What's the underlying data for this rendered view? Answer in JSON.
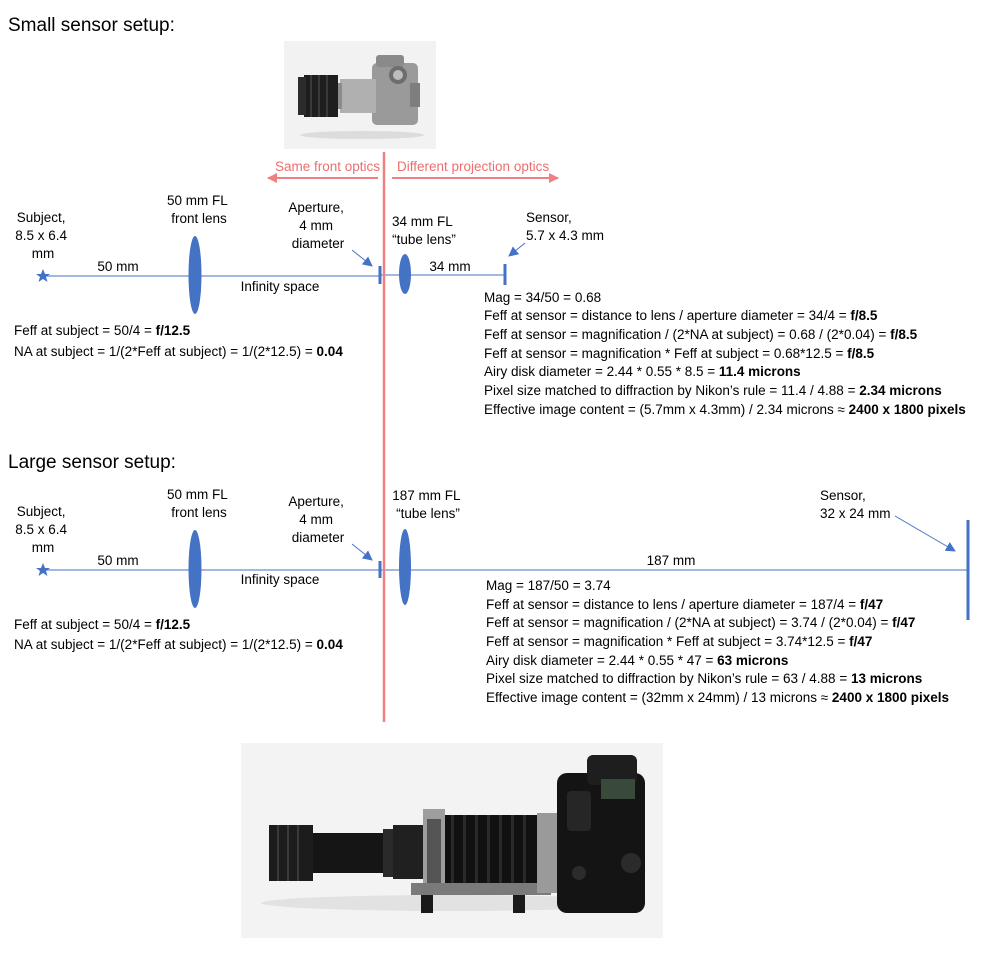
{
  "colors": {
    "axis": "#4472c4",
    "optic": "#4472c4",
    "divider": "#f08080",
    "divider_text": "#ee6e6e",
    "arrow_head": "#4472c4"
  },
  "photos": {
    "small_camera": "compact-camera-with-reversed-lens-photo",
    "large_camera": "dslr-with-bellows-and-lens-photo"
  },
  "divider": {
    "left_label": "Same front optics",
    "right_label": "Different projection optics"
  },
  "small": {
    "heading": "Small sensor setup:",
    "subject": [
      "Subject,",
      "8.5 x 6.4",
      "mm"
    ],
    "front_lens": [
      "50 mm FL",
      "front lens"
    ],
    "aperture": [
      "Aperture,",
      "4 mm",
      "diameter"
    ],
    "tube_lens": [
      "34 mm FL",
      "“tube lens”"
    ],
    "sensor": [
      "Sensor,",
      "5.7 x 4.3 mm"
    ],
    "dist_front": "50 mm",
    "infinity": "Infinity space",
    "dist_back": "34 mm",
    "left_eq": [
      {
        "text": "Feff at subject = 50/4 = ",
        "bold": "f/12.5"
      },
      {
        "text": "NA at subject = 1/(2*Feff at subject) = 1/(2*12.5) = ",
        "bold": "0.04"
      }
    ],
    "right_eq": [
      {
        "text": "Mag = 34/50 = 0.68",
        "bold": ""
      },
      {
        "text": "Feff at sensor = distance to lens / aperture diameter = 34/4 = ",
        "bold": "f/8.5"
      },
      {
        "text": "Feff at sensor = magnification / (2*NA at subject) = 0.68 / (2*0.04) = ",
        "bold": "f/8.5"
      },
      {
        "text": "Feff at sensor = magnification * Feff at subject = 0.68*12.5 = ",
        "bold": "f/8.5"
      },
      {
        "text": "Airy disk diameter = 2.44 * 0.55 * 8.5 = ",
        "bold": "11.4 microns"
      },
      {
        "text": "Pixel size matched to diffraction by Nikon’s rule = 11.4 / 4.88 = ",
        "bold": "2.34 microns"
      },
      {
        "text": "Effective image content = (5.7mm x 4.3mm) / 2.34 microns ≈ ",
        "bold": "2400 x 1800 pixels"
      }
    ]
  },
  "large": {
    "heading": "Large sensor setup:",
    "subject": [
      "Subject,",
      "8.5 x 6.4",
      "mm"
    ],
    "front_lens": [
      "50 mm FL",
      "front lens"
    ],
    "aperture": [
      "Aperture,",
      "4 mm",
      "diameter"
    ],
    "tube_lens": [
      "187 mm FL",
      "“tube lens”"
    ],
    "sensor": [
      "Sensor,",
      "32 x 24 mm"
    ],
    "dist_front": "50 mm",
    "infinity": "Infinity space",
    "dist_back": "187 mm",
    "left_eq": [
      {
        "text": "Feff at subject = 50/4 = ",
        "bold": "f/12.5"
      },
      {
        "text": "NA at subject = 1/(2*Feff at subject) = 1/(2*12.5) = ",
        "bold": "0.04"
      }
    ],
    "right_eq": [
      {
        "text": "Mag = 187/50 = 3.74",
        "bold": ""
      },
      {
        "text": "Feff at sensor = distance to lens / aperture diameter = 187/4 = ",
        "bold": "f/47"
      },
      {
        "text": "Feff at sensor = magnification / (2*NA at subject) = 3.74 / (2*0.04) = ",
        "bold": "f/47"
      },
      {
        "text": "Feff at sensor = magnification * Feff at subject = 3.74*12.5 = ",
        "bold": "f/47"
      },
      {
        "text": "Airy disk diameter = 2.44 * 0.55 * 47 = ",
        "bold": "63 microns"
      },
      {
        "text": "Pixel size matched to diffraction by Nikon’s rule = 63 / 4.88 = ",
        "bold": "13 microns"
      },
      {
        "text": "Effective image content = (32mm x 24mm) / 13 microns ≈ ",
        "bold": "2400 x 1800 pixels"
      }
    ]
  }
}
